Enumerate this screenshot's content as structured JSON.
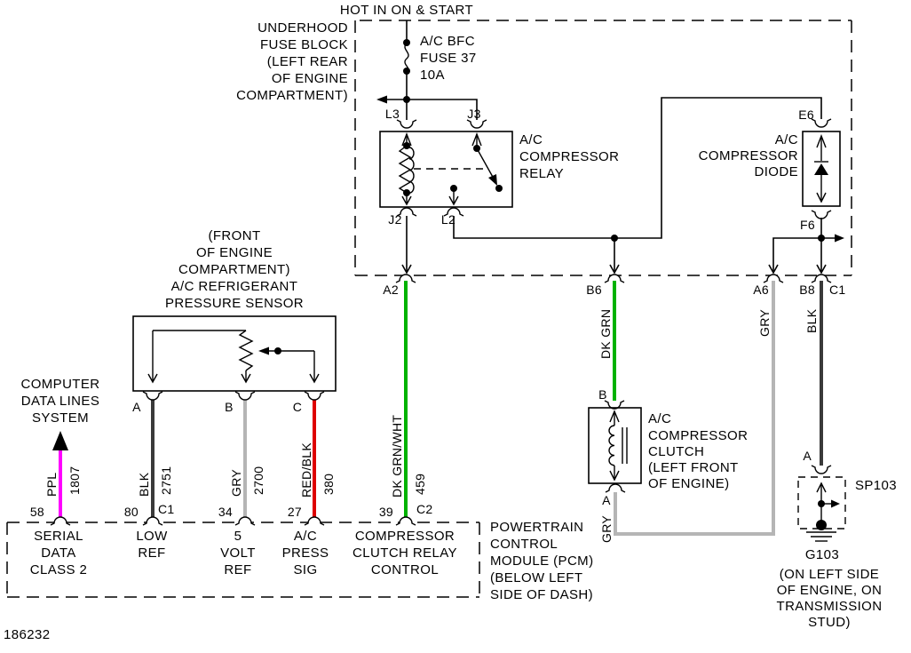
{
  "title": "HOT IN ON & START",
  "footer_id": "186232",
  "colors": {
    "wire_ppl": "#FF00FF",
    "wire_blk": "#3A3A3A",
    "wire_gry": "#B5B5B5",
    "wire_red": "#DE0000",
    "wire_grn": "#00B200"
  },
  "fuse_block": {
    "location": [
      "UNDERHOOD",
      "FUSE BLOCK",
      "(LEFT REAR",
      "OF ENGINE",
      "COMPARTMENT)"
    ],
    "fuse": [
      "A/C BFC",
      "FUSE 37",
      "10A"
    ],
    "connectors": {
      "a2": "A2",
      "b6": "B6",
      "a6": "A6",
      "b8": "B8",
      "c1": "C1"
    }
  },
  "relay": {
    "label": [
      "A/C",
      "COMPRESSOR",
      "RELAY"
    ],
    "terminals": {
      "l3": "L3",
      "j3": "J3",
      "j2": "J2",
      "l2": "L2"
    }
  },
  "diode": {
    "label": [
      "A/C",
      "COMPRESSOR",
      "DIODE"
    ],
    "terminals": {
      "e6": "E6",
      "f6": "F6"
    }
  },
  "pressure_sensor": {
    "label": [
      "(FRONT",
      "OF ENGINE",
      "COMPARTMENT)",
      "A/C REFRIGERANT",
      "PRESSURE SENSOR"
    ],
    "terminals": {
      "a": "A",
      "b": "B",
      "c": "C"
    }
  },
  "computer_data_lines": {
    "label": [
      "COMPUTER",
      "DATA LINES",
      "SYSTEM"
    ]
  },
  "clutch": {
    "label": [
      "A/C",
      "COMPRESSOR",
      "CLUTCH",
      "(LEFT FRONT",
      "OF ENGINE)"
    ],
    "terminals": {
      "b": "B",
      "a": "A"
    }
  },
  "splice": {
    "name": "SP103",
    "terminal": "A"
  },
  "ground": {
    "name": "G103",
    "label": [
      "(ON LEFT SIDE",
      "OF ENGINE, ON",
      "TRANSMISSION",
      "STUD)"
    ]
  },
  "pcm": {
    "label": [
      "POWERTRAIN",
      "CONTROL",
      "MODULE (PCM)",
      "(BELOW LEFT",
      "SIDE OF DASH)"
    ],
    "pins": [
      {
        "pin": "58",
        "connector": "",
        "function": [
          "SERIAL",
          "DATA",
          "CLASS 2"
        ]
      },
      {
        "pin": "80",
        "connector": "C1",
        "function": [
          "LOW",
          "REF"
        ]
      },
      {
        "pin": "34",
        "connector": "",
        "function": [
          "5",
          "VOLT",
          "REF"
        ]
      },
      {
        "pin": "27",
        "connector": "",
        "function": [
          "A/C",
          "PRESS",
          "SIG"
        ]
      },
      {
        "pin": "39",
        "connector": "C2",
        "function": [
          "COMPRESSOR",
          "CLUTCH RELAY",
          "CONTROL"
        ]
      }
    ]
  },
  "wires": {
    "ppl": {
      "color": "PPL",
      "circuit": "1807"
    },
    "blk_sensor": {
      "color": "BLK",
      "circuit": "2751"
    },
    "gry_sensor": {
      "color": "GRY",
      "circuit": "2700"
    },
    "redblk_sensor": {
      "color": "RED/BLK",
      "circuit": "380"
    },
    "dkgrnwht": {
      "color": "DK GRN/WHT",
      "circuit": "459"
    },
    "dkgrn": {
      "color": "DK GRN"
    },
    "gry_a6": {
      "color": "GRY"
    },
    "blk_b8": {
      "color": "BLK"
    },
    "gry_clutch": {
      "color": "GRY"
    }
  }
}
